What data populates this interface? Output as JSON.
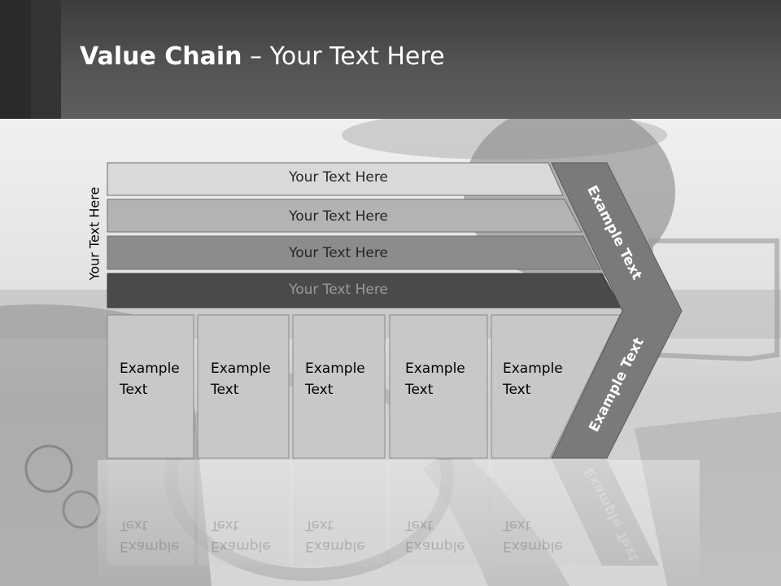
{
  "header": {
    "title_bold": "Value Chain",
    "title_rest": " – Your Text Here"
  },
  "side_label": "Your Text Here",
  "bars": [
    {
      "label": "Your Text Here",
      "fill": "#d9d9d9",
      "text_color": "#262626"
    },
    {
      "label": "Your Text Here",
      "fill": "#b3b3b3",
      "text_color": "#262626"
    },
    {
      "label": "Your Text Here",
      "fill": "#8c8c8c",
      "text_color": "#262626"
    },
    {
      "label": "Your Text Here",
      "fill": "#4a4a4a",
      "text_color": "#9a9a9a"
    }
  ],
  "boxes": [
    {
      "line1": "Example",
      "line2": "Text"
    },
    {
      "line1": "Example",
      "line2": "Text"
    },
    {
      "line1": "Example",
      "line2": "Text"
    },
    {
      "line1": "Example",
      "line2": "Text"
    },
    {
      "line1": "Example",
      "line2": "Text"
    }
  ],
  "chevron": {
    "top_label": "Example Text",
    "bottom_label": "Example Text",
    "fill": "#7a7a7a"
  }
}
